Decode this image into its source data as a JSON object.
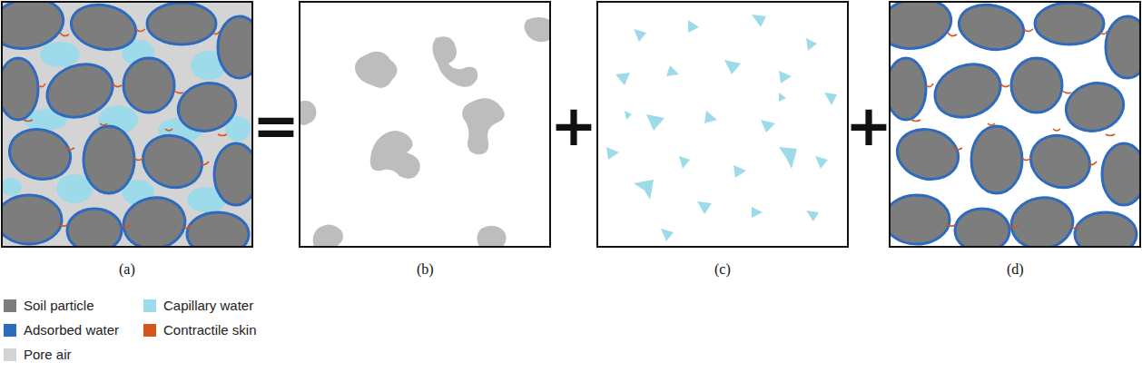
{
  "diagram": {
    "labels": [
      "=",
      "+",
      "+",
      "(a)",
      "(b)",
      "(c)",
      "(d)"
    ],
    "legend": [
      {
        "text": "Soil particle",
        "color": "#7d7d7d"
      },
      {
        "text": "Adsorbed water",
        "color": "#2e6bbf"
      },
      {
        "text": "Pore air",
        "color": "#d4d4d4"
      },
      {
        "text": "Capillary water",
        "color": "#9edbea"
      },
      {
        "text": "Contractile skin",
        "color": "#d4561d"
      }
    ]
  }
}
